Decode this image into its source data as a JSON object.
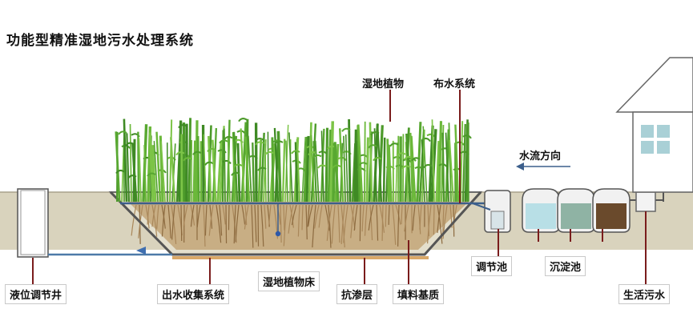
{
  "title": "功能型精准湿地污水处理系统",
  "labels": {
    "wetland_plants": "湿地植物",
    "water_distribution": "布水系统",
    "flow_direction": "水流方向",
    "level_well": "液位调节井",
    "outlet_collection": "出水收集系统",
    "plant_bed": "湿地植物床",
    "anti_seepage": "抗渗层",
    "filler_substrate": "填料基质",
    "regulating_tank": "调节池",
    "sedimentation_tank": "沉淀池",
    "domestic_sewage": "生活污水"
  },
  "colors": {
    "ground": "#d7d0b8",
    "soil_bed": "#c9b38d",
    "roots": "#9b7a4f",
    "plants": "#5aa532",
    "pipe": "#4d7aa8",
    "leader": "#7a1c1c",
    "water": "#a9d4d8",
    "sludge_dark": "#5b3b22"
  }
}
